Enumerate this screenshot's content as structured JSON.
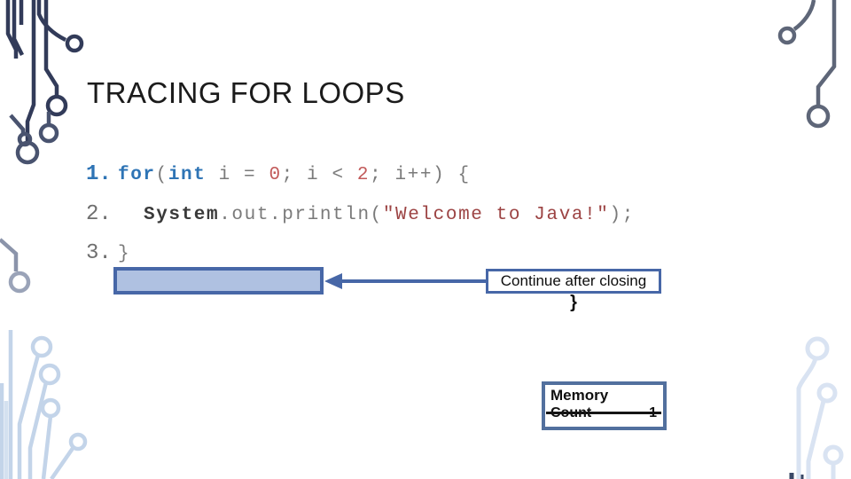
{
  "slide": {
    "title": "TRACING FOR LOOPS"
  },
  "code": {
    "lines": [
      {
        "number": "1.",
        "number_style": "blue",
        "indent": 0,
        "tokens": [
          {
            "t": "for",
            "s": "kw"
          },
          {
            "t": "(",
            "s": "plain"
          },
          {
            "t": "int",
            "s": "kw"
          },
          {
            "t": " i = ",
            "s": "plain"
          },
          {
            "t": "0",
            "s": "num"
          },
          {
            "t": "; i < ",
            "s": "plain"
          },
          {
            "t": "2",
            "s": "num"
          },
          {
            "t": "; i++) {",
            "s": "plain"
          }
        ]
      },
      {
        "number": "2.",
        "number_style": "gray",
        "indent": 1,
        "tokens": [
          {
            "t": "System",
            "s": "class"
          },
          {
            "t": ".out.println(",
            "s": "plain"
          },
          {
            "t": "\"Welcome to Java!\"",
            "s": "str"
          },
          {
            "t": ");",
            "s": "plain"
          }
        ]
      },
      {
        "number": "3.",
        "number_style": "gray",
        "indent": 0,
        "tokens": [
          {
            "t": "}",
            "s": "plain"
          }
        ]
      }
    ]
  },
  "callout": {
    "label": "Continue after closing",
    "brace": "}"
  },
  "memory": {
    "title": "Memory",
    "rows": [
      {
        "name": "Count",
        "value": "1",
        "struck": true
      }
    ]
  },
  "icons": {
    "arrow": "left-arrow-icon",
    "decorations": [
      "circuit-decoration-top-left",
      "circuit-decoration-top-right",
      "circuit-decoration-bottom-left",
      "circuit-decoration-bottom-right"
    ]
  },
  "colors": {
    "accent_blue": "#4767A7",
    "highlight_fill": "#AFC1E1",
    "memory_border": "#52709E",
    "keyword_blue": "#2E74B5",
    "code_gray": "#7A7A7A",
    "literal_red": "#C25A5A",
    "string_red": "#9C4343",
    "circuit_dark_navy": "#323B59",
    "circuit_slate": "#5E6678",
    "circuit_light_blue": "#C3D4E9",
    "circuit_pale_blue": "#D9E3F2"
  }
}
